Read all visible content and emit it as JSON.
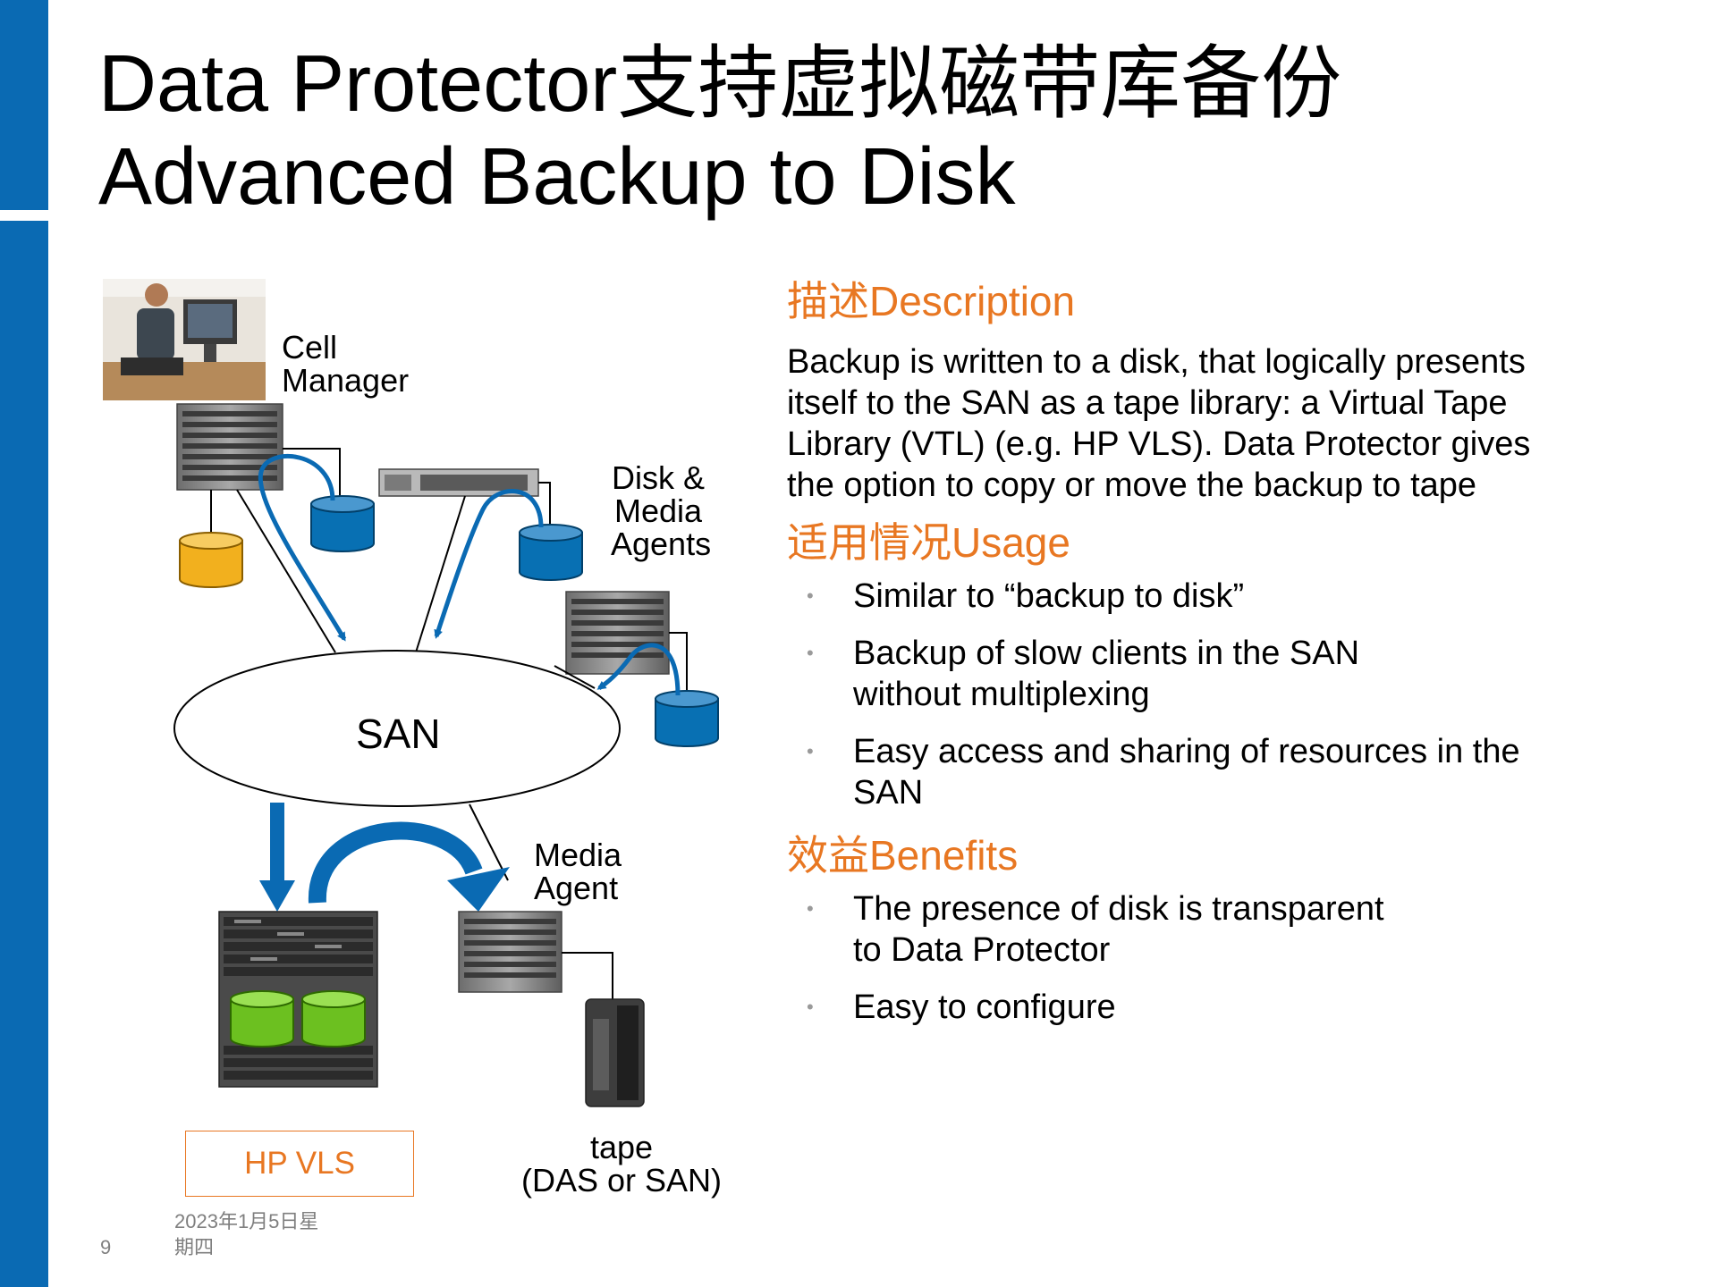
{
  "title": {
    "line1": "Data Protector支持虚拟磁带库备份",
    "line2": "Advanced Backup to Disk"
  },
  "diagram": {
    "cell_manager": [
      "Cell",
      "Manager"
    ],
    "disk_media_agents": [
      "Disk &",
      "Media",
      "Agents"
    ],
    "san": "SAN",
    "media_agent": [
      "Media",
      "Agent"
    ],
    "hp_vls": "HP VLS",
    "tape": [
      "tape",
      "(DAS or SAN)"
    ]
  },
  "description": {
    "heading": "描述Description",
    "lines": [
      "Backup is written to a disk, that logically presents",
      "itself to the SAN as a tape library: a Virtual Tape",
      "Library (VTL) (e.g. HP VLS). Data Protector gives",
      "the option to copy or move the backup to tape"
    ]
  },
  "usage": {
    "heading": "适用情况Usage",
    "bullets": [
      [
        "Similar to “backup to disk”"
      ],
      [
        "Backup of slow clients in the SAN",
        "without multiplexing"
      ],
      [
        "Easy access and sharing of resources in the",
        "SAN"
      ]
    ]
  },
  "benefits": {
    "heading": "效益Benefits",
    "bullets": [
      [
        "The presence of disk is transparent",
        "to Data Protector"
      ],
      [
        "Easy to configure"
      ]
    ]
  },
  "footer": {
    "page_number": "9",
    "date": [
      "2023年1月5日星",
      "期四"
    ]
  },
  "colors": {
    "brand_blue": "#0a6ab3",
    "accent_orange": "#e87722",
    "disk_blue": "#0870b3",
    "disk_yellow": "#f2b01e",
    "disk_green": "#6cc020"
  }
}
